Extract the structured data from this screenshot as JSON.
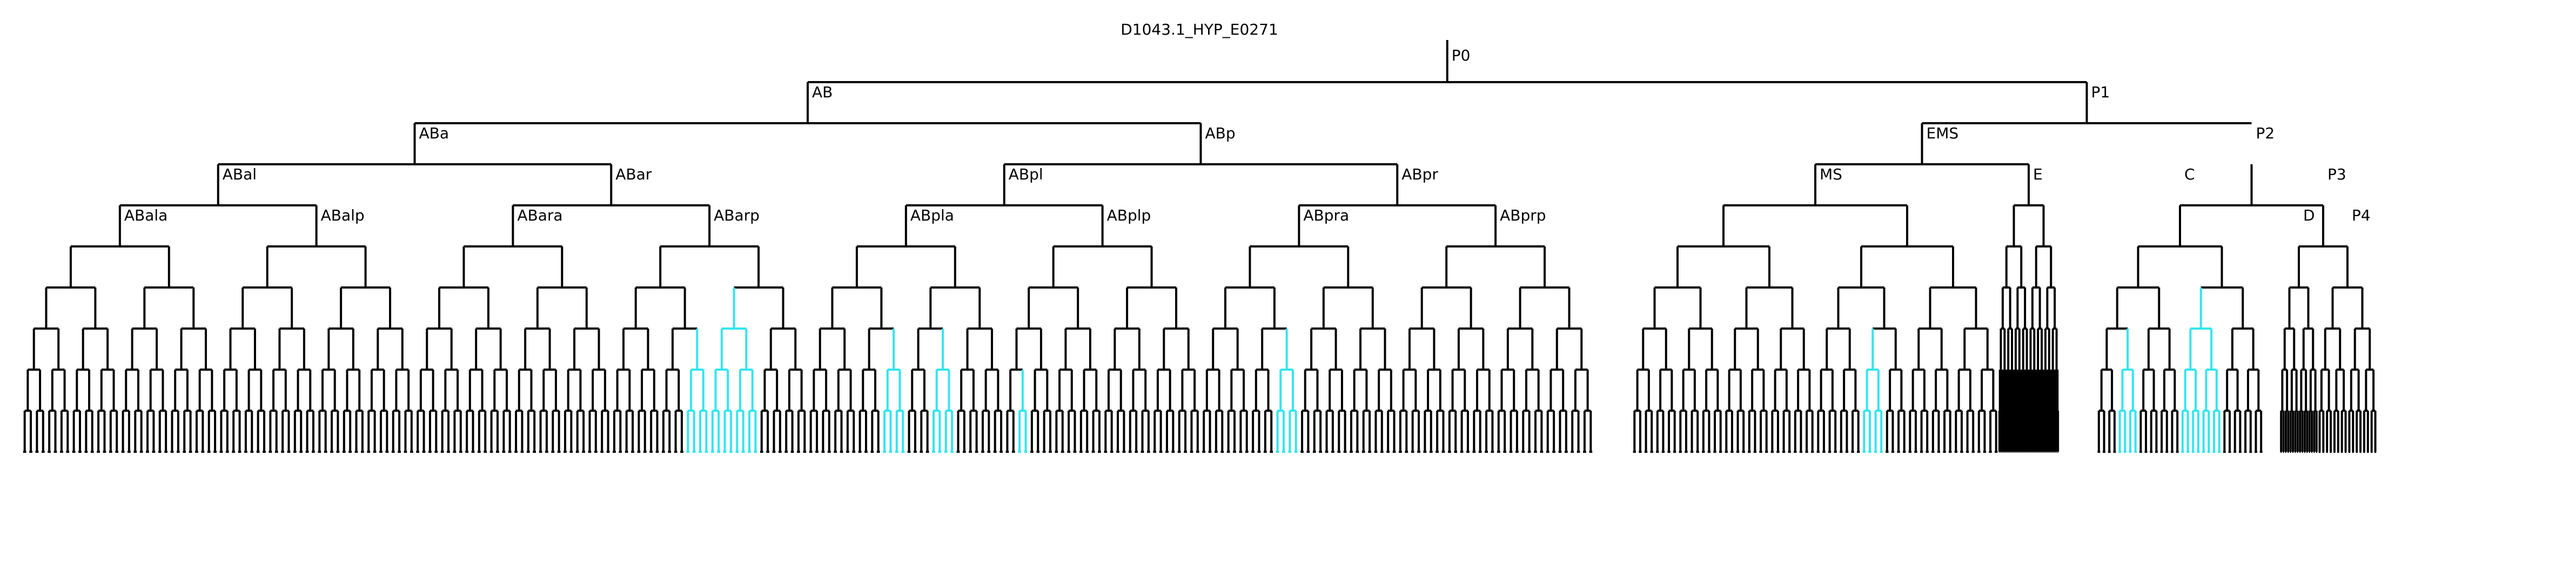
{
  "title": "D1043.1_HYP_E0271",
  "colors": {
    "background": "#ffffff",
    "line": "#000000",
    "highlight": "#33e5ee"
  },
  "labels": [
    {
      "id": "P0",
      "text": "P0"
    },
    {
      "id": "AB",
      "text": "AB"
    },
    {
      "id": "P1",
      "text": "P1"
    },
    {
      "id": "ABa",
      "text": "ABa"
    },
    {
      "id": "ABp",
      "text": "ABp"
    },
    {
      "id": "EMS",
      "text": "EMS"
    },
    {
      "id": "P2",
      "text": "P2"
    },
    {
      "id": "ABal",
      "text": "ABal"
    },
    {
      "id": "ABar",
      "text": "ABar"
    },
    {
      "id": "ABpl",
      "text": "ABpl"
    },
    {
      "id": "ABpr",
      "text": "ABpr"
    },
    {
      "id": "MS",
      "text": "MS"
    },
    {
      "id": "E",
      "text": "E"
    },
    {
      "id": "C",
      "text": "C"
    },
    {
      "id": "P3",
      "text": "P3"
    },
    {
      "id": "ABala",
      "text": "ABala"
    },
    {
      "id": "ABalp",
      "text": "ABalp"
    },
    {
      "id": "ABara",
      "text": "ABara"
    },
    {
      "id": "ABarp",
      "text": "ABarp"
    },
    {
      "id": "ABpla",
      "text": "ABpla"
    },
    {
      "id": "ABplp",
      "text": "ABplp"
    },
    {
      "id": "ABpra",
      "text": "ABpra"
    },
    {
      "id": "ABprp",
      "text": "ABprp"
    },
    {
      "id": "D",
      "text": "D"
    },
    {
      "id": "P4",
      "text": "P4"
    }
  ]
}
